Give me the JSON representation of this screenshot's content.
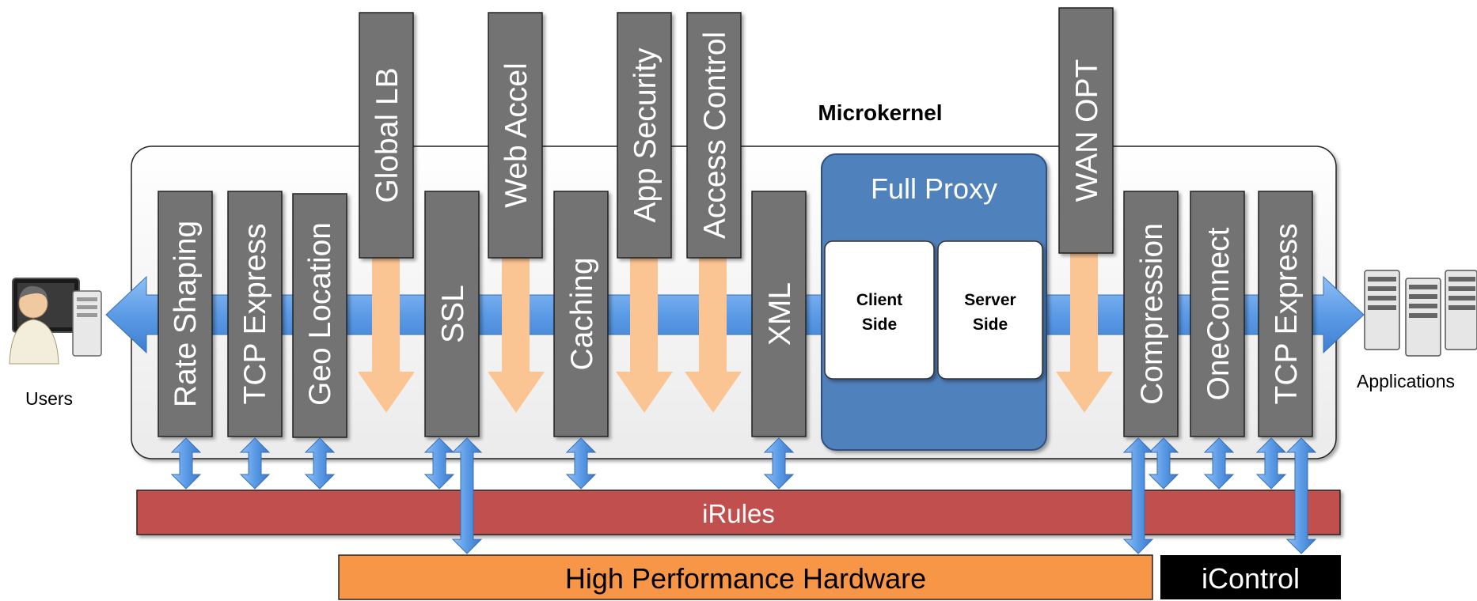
{
  "diagram": {
    "microkernel_label": "Microkernel",
    "users_label": "Users",
    "applications_label": "Applications",
    "full_proxy": {
      "title": "Full Proxy",
      "client_side": [
        "Client",
        "Side"
      ],
      "server_side": [
        "Server",
        "Side"
      ]
    },
    "modules": {
      "rate_shaping": "Rate Shaping",
      "tcp_express_left": "TCP Express",
      "geo_location": "Geo Location",
      "global_lb": "Global LB",
      "ssl": "SSL",
      "web_accel": "Web Accel",
      "caching": "Caching",
      "app_security": "App Security",
      "access_control": "Access Control",
      "xml": "XML",
      "wan_opt": "WAN OPT",
      "compression": "Compression",
      "oneconnect": "OneConnect",
      "tcp_express_right": "TCP Express"
    },
    "irules_label": "iRules",
    "hardware_label": "High Performance Hardware",
    "icontrol_label": "iControl"
  },
  "colors": {
    "module_fill": "#737373",
    "kernel_fill": "#f2f2f2",
    "flow_arrow": "#5f9ee8",
    "orange_arrow": "#fbc593",
    "proxy_fill": "#4f81bd",
    "irules_fill": "#c0504d",
    "hardware_fill": "#f79646",
    "icontrol_fill": "#000000"
  }
}
